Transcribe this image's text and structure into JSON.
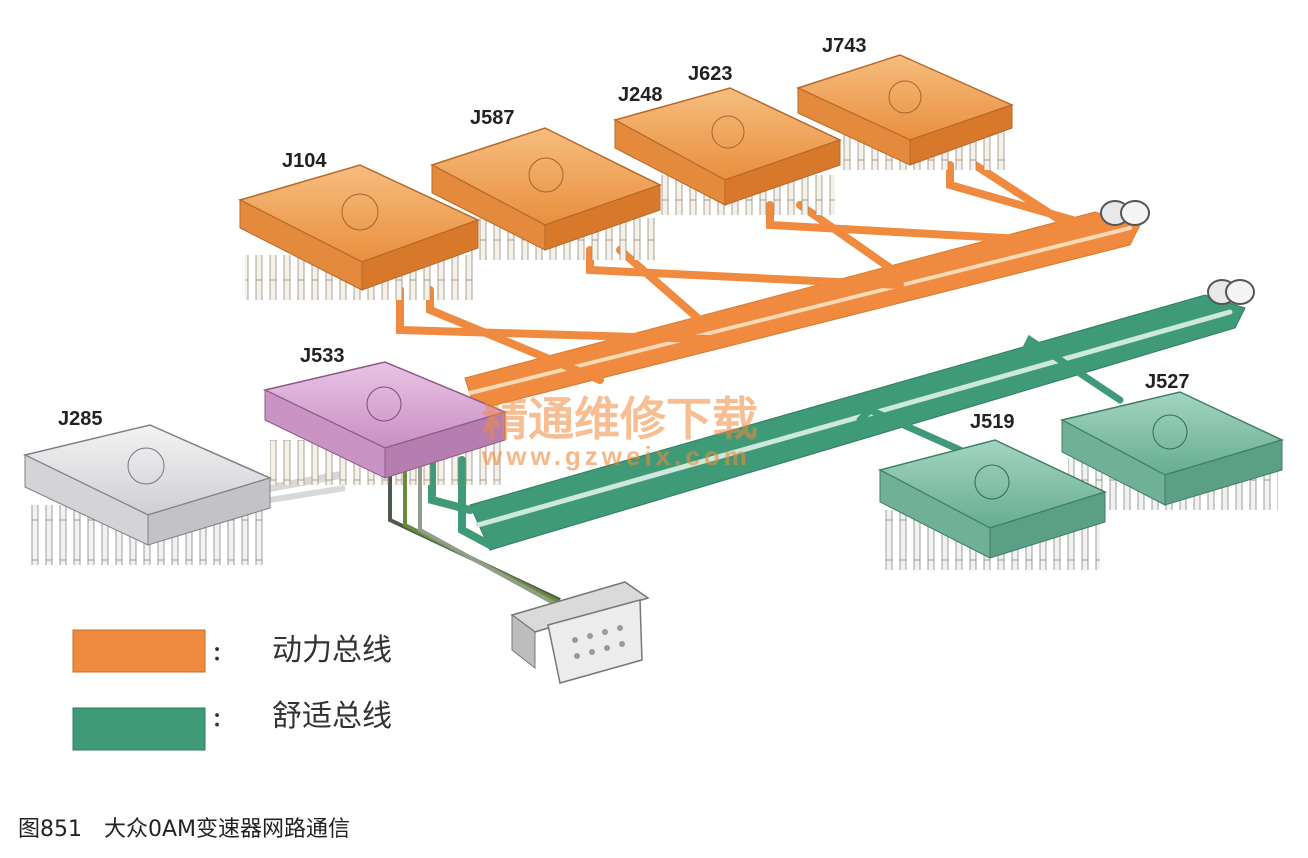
{
  "chips": [
    {
      "id": "J104",
      "label": "J104",
      "color": "#f0a35a"
    },
    {
      "id": "J587",
      "label": "J587",
      "color": "#f0a35a"
    },
    {
      "id": "J248",
      "label": "J248",
      "color": "#f0a35a"
    },
    {
      "id": "J623",
      "label": "J623",
      "color": "#f0a35a"
    },
    {
      "id": "J743",
      "label": "J743",
      "color": "#f0a35a"
    },
    {
      "id": "J533",
      "label": "J533",
      "color": "#d9a9d2"
    },
    {
      "id": "J285",
      "label": "J285",
      "color": "#e4e4e6"
    },
    {
      "id": "J519",
      "label": "J519",
      "color": "#7fbfa6"
    },
    {
      "id": "J527",
      "label": "J527",
      "color": "#7fbfa6"
    }
  ],
  "legend": [
    {
      "label": "动力总线",
      "color": "#f08a3e"
    },
    {
      "label": "舒适总线",
      "color": "#3f9a78"
    }
  ],
  "legend_marker": ":",
  "caption": "图851　大众0AM变速器网路通信",
  "watermark": {
    "line1": "精通维修下载",
    "line2": "www.gzweix.com"
  },
  "colors": {
    "power_bus": "#f08a3e",
    "comfort_bus": "#3f9a78",
    "gateway_link": "#d8d8d8"
  }
}
